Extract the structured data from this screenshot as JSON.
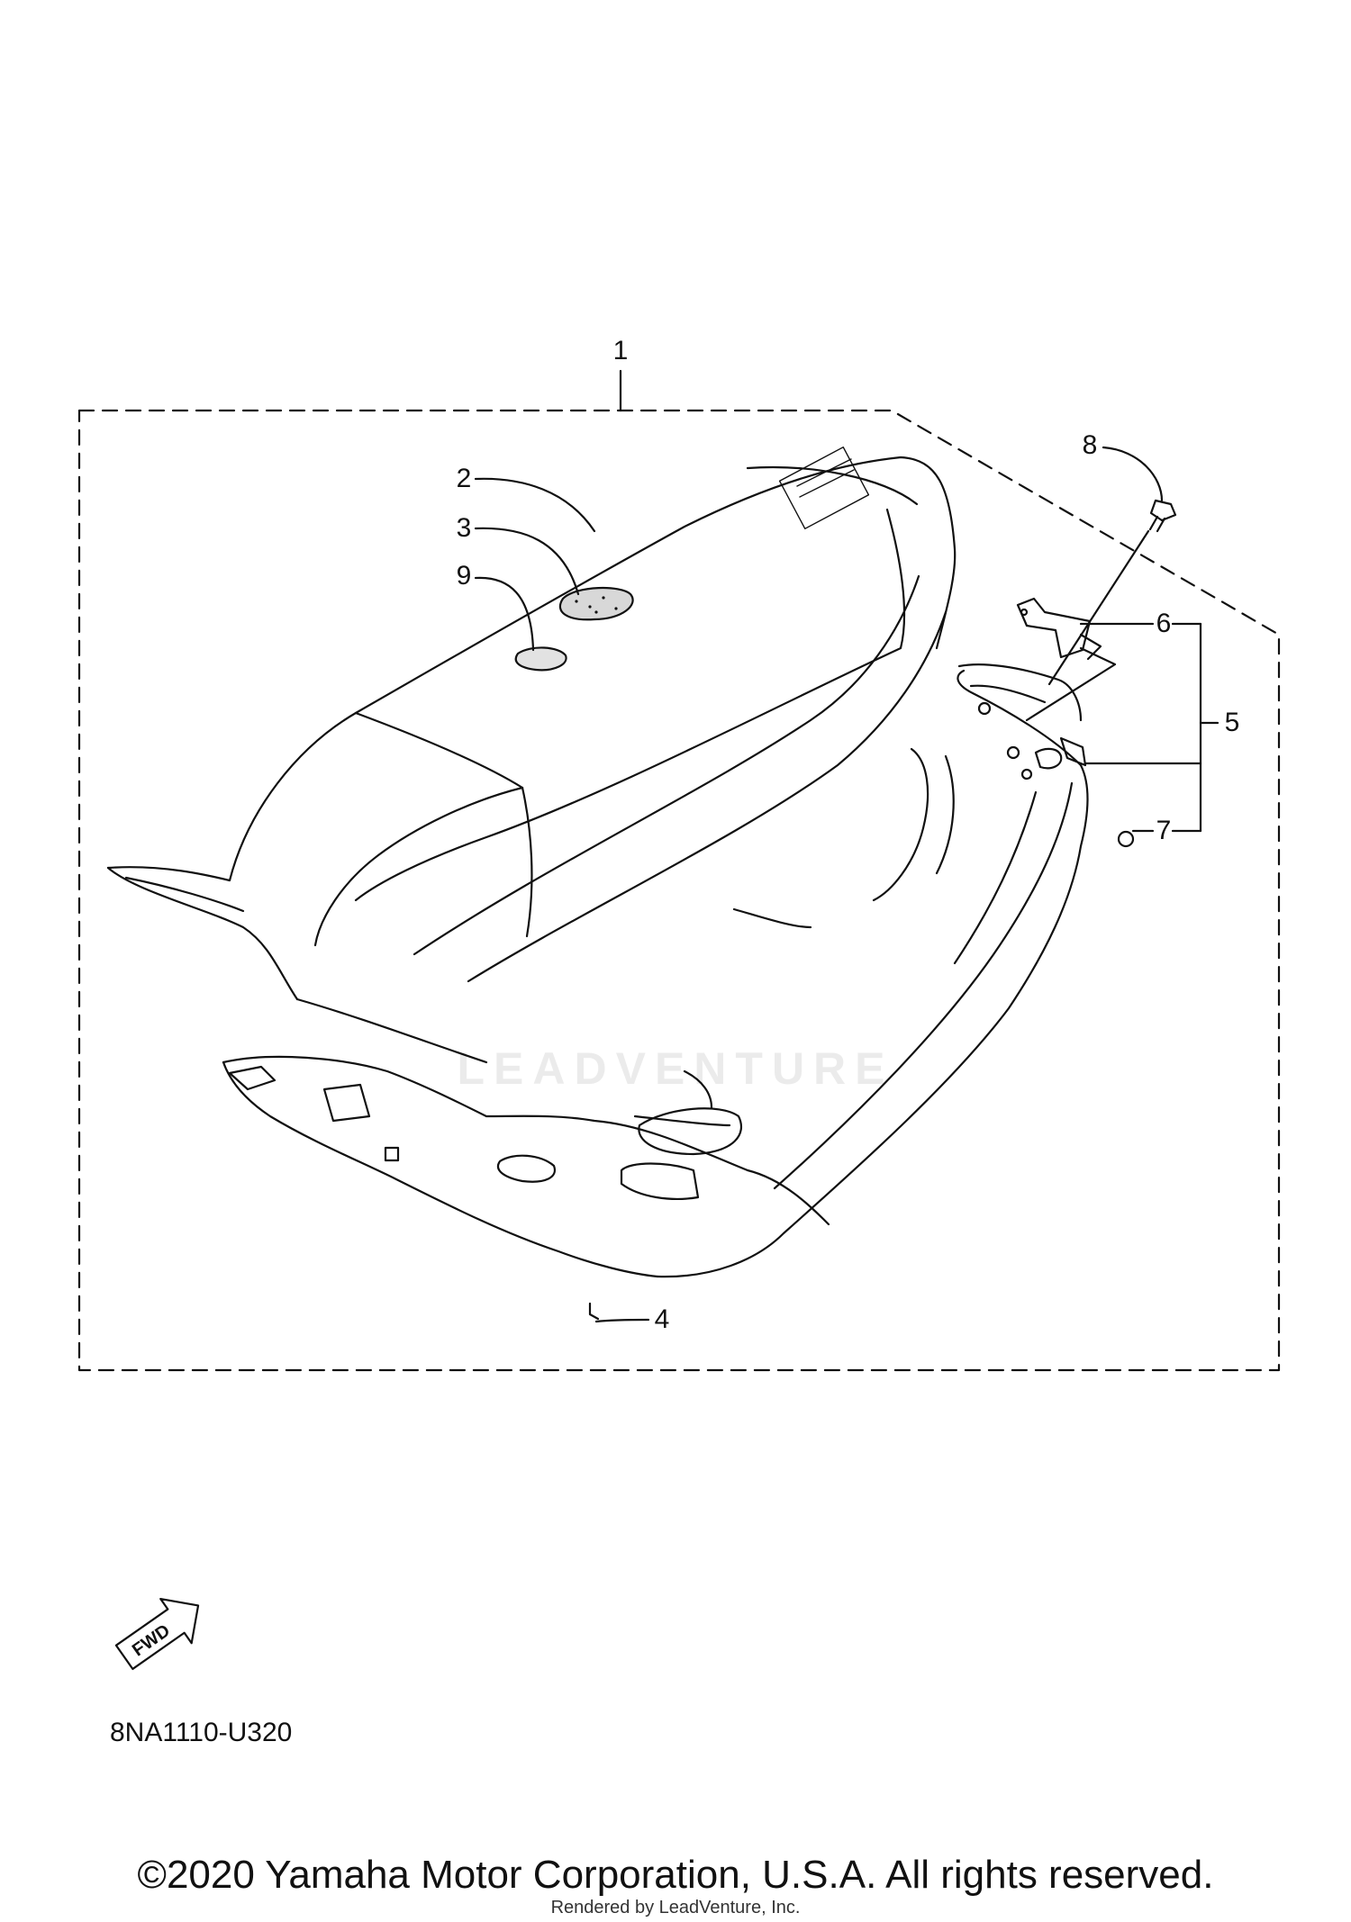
{
  "callouts": [
    "1",
    "2",
    "3",
    "4",
    "5",
    "6",
    "7",
    "8",
    "9"
  ],
  "fwd_label": "FWD",
  "diagram_code": "8NA1110-U320",
  "copyright": "©2020 Yamaha Motor Corporation, U.S.A. All rights reserved.",
  "rendered_by": "Rendered by LeadVenture, Inc.",
  "watermark": "LEADVENTURE"
}
